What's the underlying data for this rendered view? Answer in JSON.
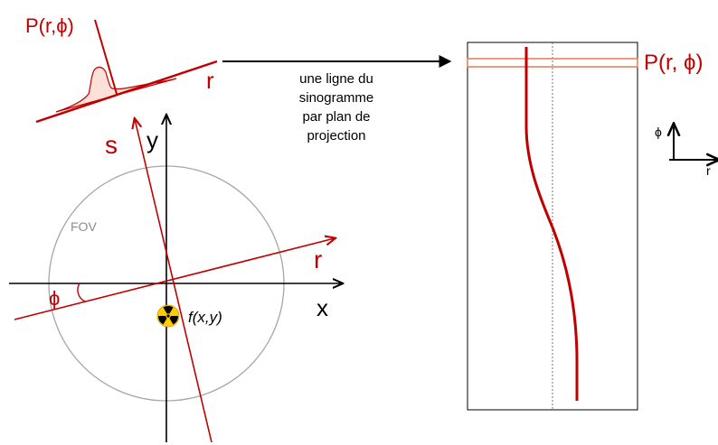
{
  "projection": {
    "label": "P(r,ϕ)",
    "axis_label": "r"
  },
  "coordinates": {
    "x_label": "x",
    "y_label": "y",
    "s_label": "s",
    "r_label": "r",
    "phi_label": "ϕ",
    "fov_label": "FOV",
    "source_label": "f(x,y)",
    "source_icon": "radioactive-icon"
  },
  "caption": {
    "lines": [
      "une ligne du",
      "sinogramme",
      "par plan de",
      "projection"
    ]
  },
  "sinogram": {
    "row_label": "P(r, ϕ)",
    "legend_phi": "ϕ",
    "legend_r": "r"
  },
  "colors": {
    "red": "#c00000",
    "highlight_stroke": "#e8825a",
    "profile_fill": "#fbe1d8",
    "fov_circle": "#a6a6a6",
    "text": "#000000"
  }
}
